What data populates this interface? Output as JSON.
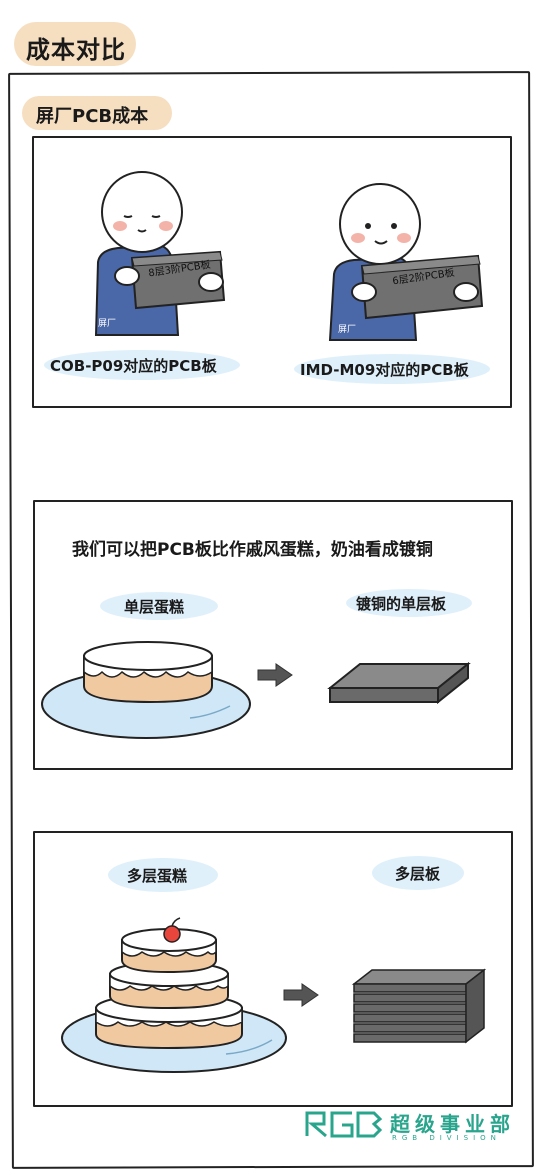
{
  "title": "成本对比",
  "section_title": "屏厂PCB成本",
  "panel1": {
    "left_caption": "COB-P09对应的PCB板",
    "left_board_label": "8层3阶PCB板",
    "left_shirt_label": "屏厂",
    "right_caption": "IMD-M09对应的PCB板",
    "right_board_label": "6层2阶PCB板",
    "right_shirt_label": "屏厂"
  },
  "panel2": {
    "headline": "我们可以把PCB板比作戚风蛋糕，奶油看成镀铜",
    "left_label": "单层蛋糕",
    "right_label": "镀铜的单层板"
  },
  "panel3": {
    "left_label": "多层蛋糕",
    "right_label": "多层板"
  },
  "logo": {
    "mark": "RGB",
    "cn": "超级事业部",
    "en": "RGB DIVISION"
  },
  "colors": {
    "pill": "#f6dfc0",
    "blob": "#dff0fb",
    "shirt": "#4a67a8",
    "board": "#707070",
    "cake": "#f0c9a0",
    "plate": "#cfe7f6",
    "brand": "#2aa58d"
  }
}
